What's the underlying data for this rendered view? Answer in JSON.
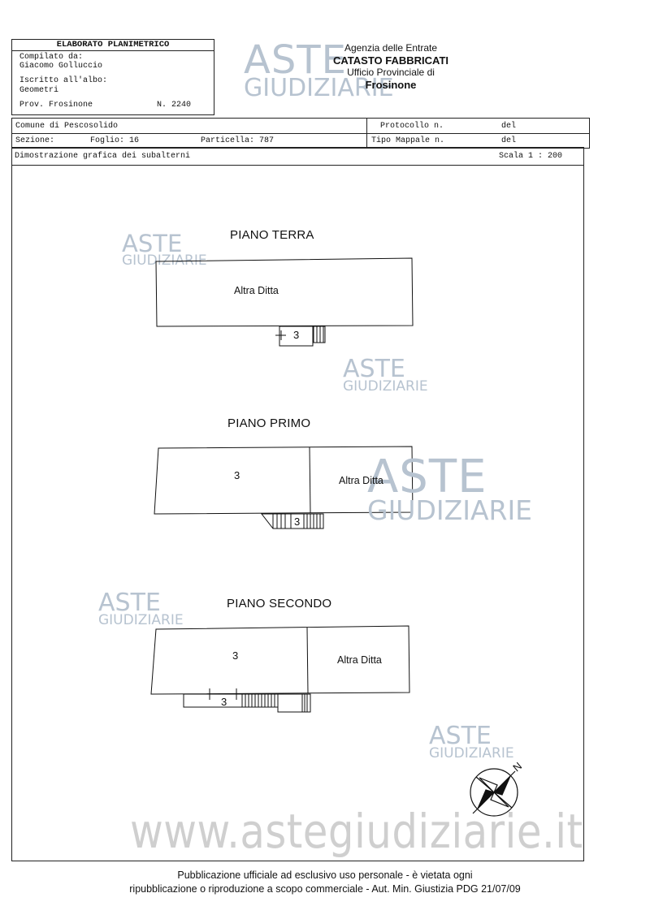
{
  "header": {
    "elaborato_title": "ELABORATO PLANIMETRICO",
    "compilato_label": "Compilato da:",
    "compilato_name": "Giacomo Golluccio",
    "iscritto_label": "Iscritto all'albo:",
    "iscritto_value": "Geometri",
    "prov": "Prov. Frosinone",
    "numero": "N. 2240"
  },
  "agency": {
    "line1": "Agenzia delle Entrate",
    "line2": "CATASTO FABBRICATI",
    "line3": "Ufficio Provinciale di",
    "line4": "Frosinone"
  },
  "info": {
    "comune": "Comune di Pescosolido",
    "sezione": "Sezione:",
    "foglio": "Foglio: 16",
    "particella": "Particella: 787",
    "protocollo": "Protocollo n.",
    "tipo_mappale": "Tipo Mappale n.",
    "del1": "del",
    "del2": "del",
    "dimostrazione": "Dimostrazione grafica dei subalterni",
    "scala": "Scala 1 : 200"
  },
  "plans": {
    "terra": {
      "title": "PIANO TERRA",
      "room": "Altra Ditta",
      "sub": "3"
    },
    "primo": {
      "title": "PIANO PRIMO",
      "sub_main": "3",
      "room": "Altra Ditta",
      "sub_stair": "3"
    },
    "secondo": {
      "title": "PIANO SECONDO",
      "sub_main": "3",
      "room": "Altra Ditta",
      "sub_balcony": "3"
    }
  },
  "compass": {
    "north_label": "N"
  },
  "watermarks": {
    "brand_top": "ASTE",
    "brand_bottom": "GIUDIZIARIE",
    "url": "www.astegiudiziarie.it"
  },
  "footer": {
    "line1": "Pubblicazione ufficiale ad esclusivo uso personale - è vietata ogni",
    "line2": "ripubblicazione o riproduzione a scopo commerciale - Aut. Min. Giustizia PDG 21/07/09"
  }
}
